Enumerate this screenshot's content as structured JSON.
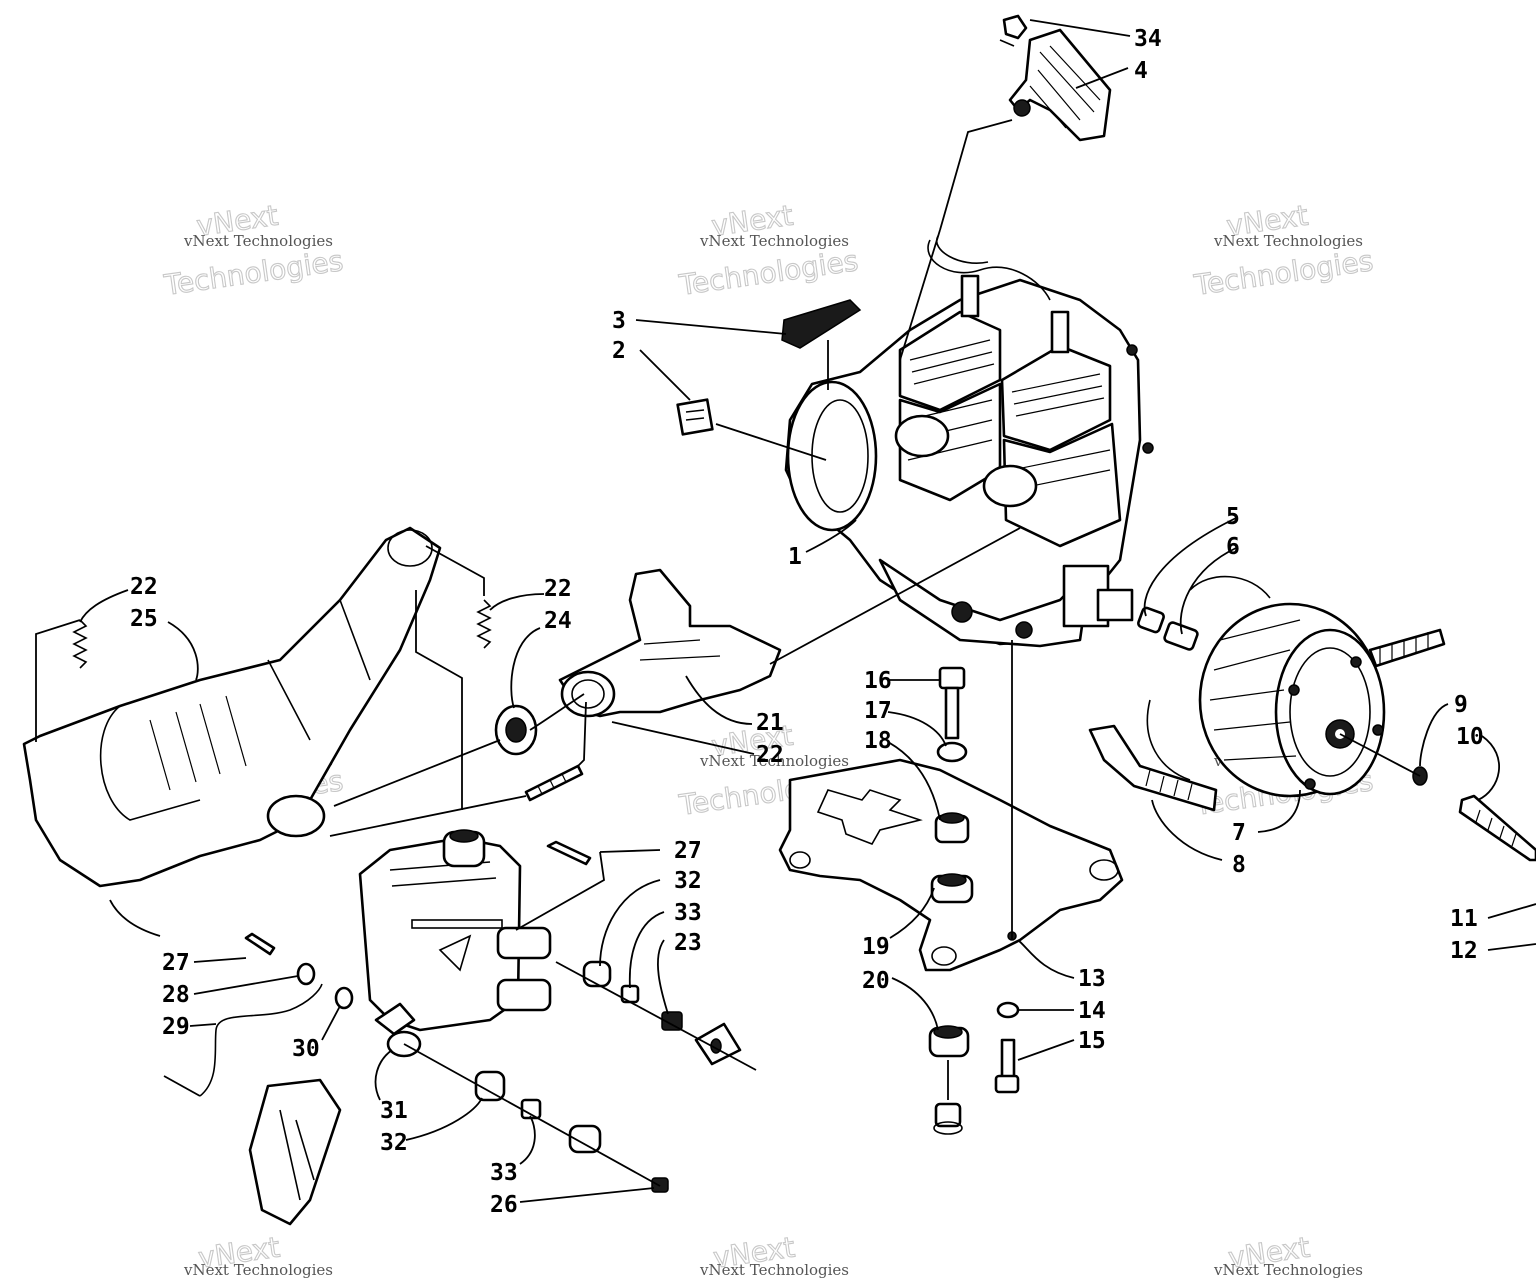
{
  "watermark": {
    "brand": "vNext",
    "line2": "Technologies",
    "small": "vNext Technologies"
  },
  "callouts": [
    {
      "id": "c34",
      "label": "34"
    },
    {
      "id": "c4",
      "label": "4"
    },
    {
      "id": "c3",
      "label": "3"
    },
    {
      "id": "c2",
      "label": "2"
    },
    {
      "id": "c1",
      "label": "1"
    },
    {
      "id": "c5",
      "label": "5"
    },
    {
      "id": "c6",
      "label": "6"
    },
    {
      "id": "c22a",
      "label": "22"
    },
    {
      "id": "c25",
      "label": "25"
    },
    {
      "id": "c22b",
      "label": "22"
    },
    {
      "id": "c24",
      "label": "24"
    },
    {
      "id": "c21",
      "label": "21"
    },
    {
      "id": "c22c",
      "label": "22"
    },
    {
      "id": "c16",
      "label": "16"
    },
    {
      "id": "c17",
      "label": "17"
    },
    {
      "id": "c18",
      "label": "18"
    },
    {
      "id": "c9",
      "label": "9"
    },
    {
      "id": "c10",
      "label": "10"
    },
    {
      "id": "c7",
      "label": "7"
    },
    {
      "id": "c8",
      "label": "8"
    },
    {
      "id": "c11",
      "label": "11"
    },
    {
      "id": "c12",
      "label": "12"
    },
    {
      "id": "c27a",
      "label": "27"
    },
    {
      "id": "c32a",
      "label": "32"
    },
    {
      "id": "c33a",
      "label": "33"
    },
    {
      "id": "c23",
      "label": "23"
    },
    {
      "id": "c19",
      "label": "19"
    },
    {
      "id": "c20",
      "label": "20"
    },
    {
      "id": "c13",
      "label": "13"
    },
    {
      "id": "c14",
      "label": "14"
    },
    {
      "id": "c15",
      "label": "15"
    },
    {
      "id": "c27b",
      "label": "27"
    },
    {
      "id": "c28",
      "label": "28"
    },
    {
      "id": "c29",
      "label": "29"
    },
    {
      "id": "c30",
      "label": "30"
    },
    {
      "id": "c31",
      "label": "31"
    },
    {
      "id": "c32b",
      "label": "32"
    },
    {
      "id": "c33b",
      "label": "33"
    },
    {
      "id": "c26",
      "label": "26"
    }
  ]
}
